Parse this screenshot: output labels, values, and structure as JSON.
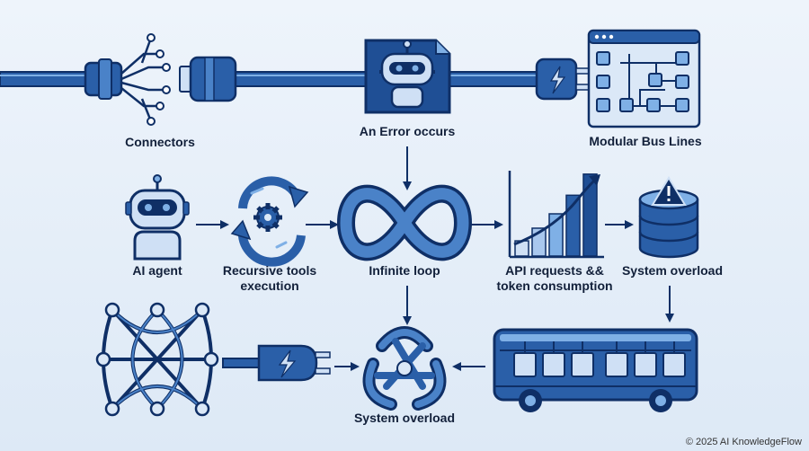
{
  "labels": {
    "connectors": "Connectors",
    "error": "An Error occurs",
    "bus_lines": "Modular Bus Lines",
    "ai_agent": "AI agent",
    "recursive_line1": "Recursive tools",
    "recursive_line2": "execution",
    "infinite_loop": "Infinite loop",
    "api_line1": "API requests &&",
    "api_line2": "token consumption",
    "overload_top": "System overload",
    "overload_bottom": "System overload"
  },
  "copyright": "© 2025 AI KnowledgeFlow",
  "colors": {
    "primary": "#2a5fa8",
    "dark": "#0f2f66",
    "light": "#7fb0e6",
    "pale": "#cfe0f5",
    "text": "#12203a"
  },
  "api_chart": {
    "bar_levels": [
      0.18,
      0.33,
      0.5,
      0.72,
      0.97
    ]
  }
}
